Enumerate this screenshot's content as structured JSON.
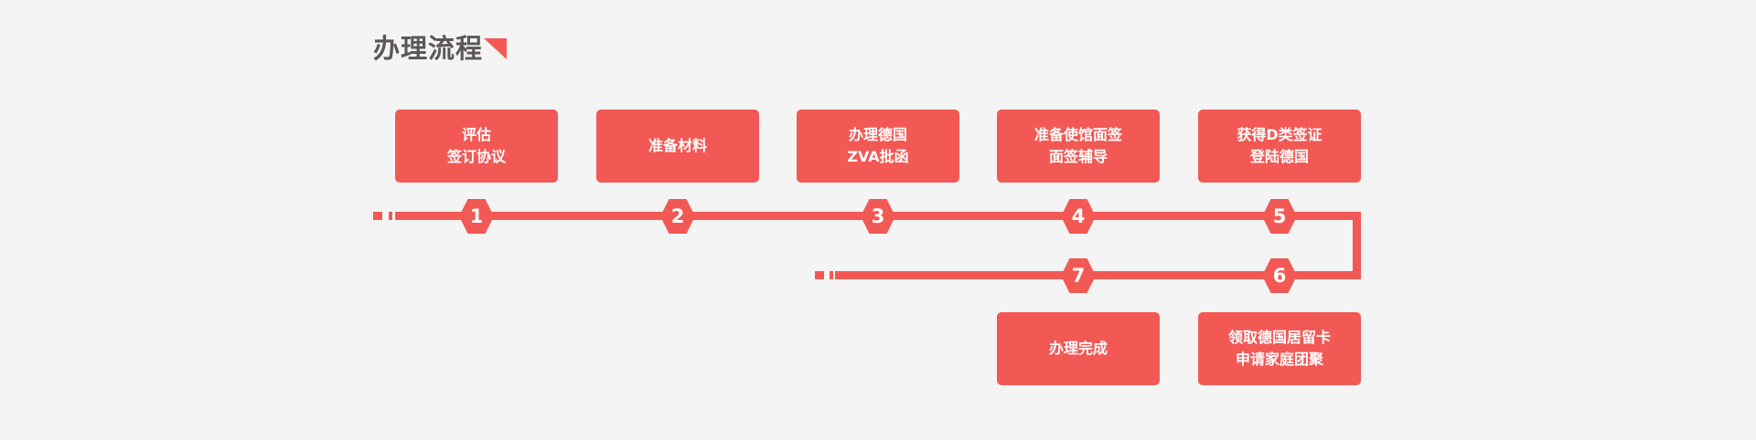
{
  "header": {
    "title": "办理流程"
  },
  "colors": {
    "accent": "#f25955",
    "background": "#f4f4f4",
    "title_text": "#5b5757",
    "box_text": "#ffffff"
  },
  "steps": [
    {
      "number": "1",
      "line1": "评估",
      "line2": "签订协议"
    },
    {
      "number": "2",
      "line1": "准备材料"
    },
    {
      "number": "3",
      "line1": "办理德国",
      "line2": "ZVA批函"
    },
    {
      "number": "4",
      "line1": "准备使馆面签",
      "line2": "面签辅导"
    },
    {
      "number": "5",
      "line1": "获得D类签证",
      "line2": "登陆德国"
    },
    {
      "number": "6",
      "line1": "领取德国居留卡",
      "line2": "申请家庭团聚"
    },
    {
      "number": "7",
      "line1": "办理完成"
    }
  ]
}
